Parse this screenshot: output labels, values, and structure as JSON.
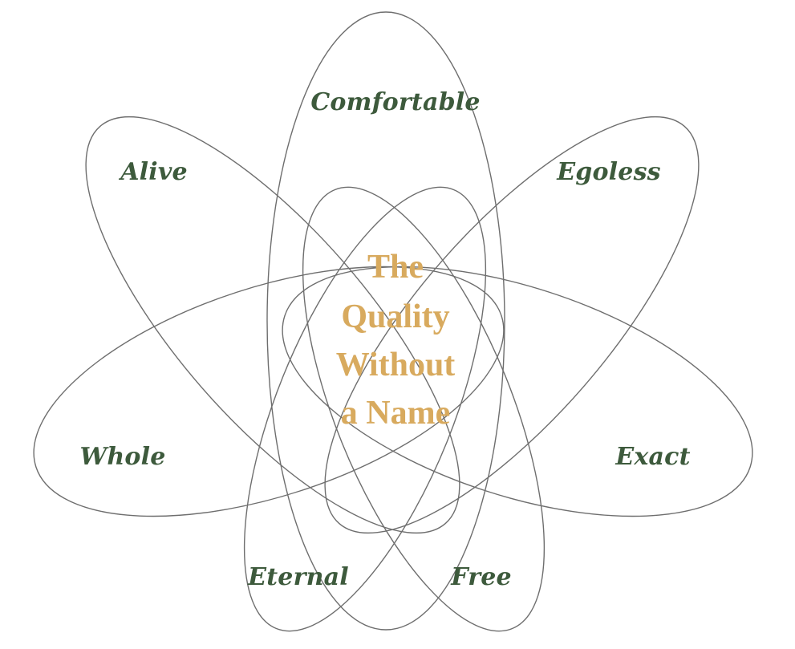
{
  "diagram": {
    "petals": [
      {
        "label": "Comfortable"
      },
      {
        "label": "Alive"
      },
      {
        "label": "Egoless"
      },
      {
        "label": "Whole"
      },
      {
        "label": "Exact"
      },
      {
        "label": "Eternal"
      },
      {
        "label": "Free"
      }
    ],
    "center_lines": [
      "The",
      "Quality",
      "Without",
      "a Name"
    ],
    "colors": {
      "petal_label": "#3d5a3c",
      "center_text": "#d8aa5e",
      "outline": "#6e6e6e"
    }
  }
}
